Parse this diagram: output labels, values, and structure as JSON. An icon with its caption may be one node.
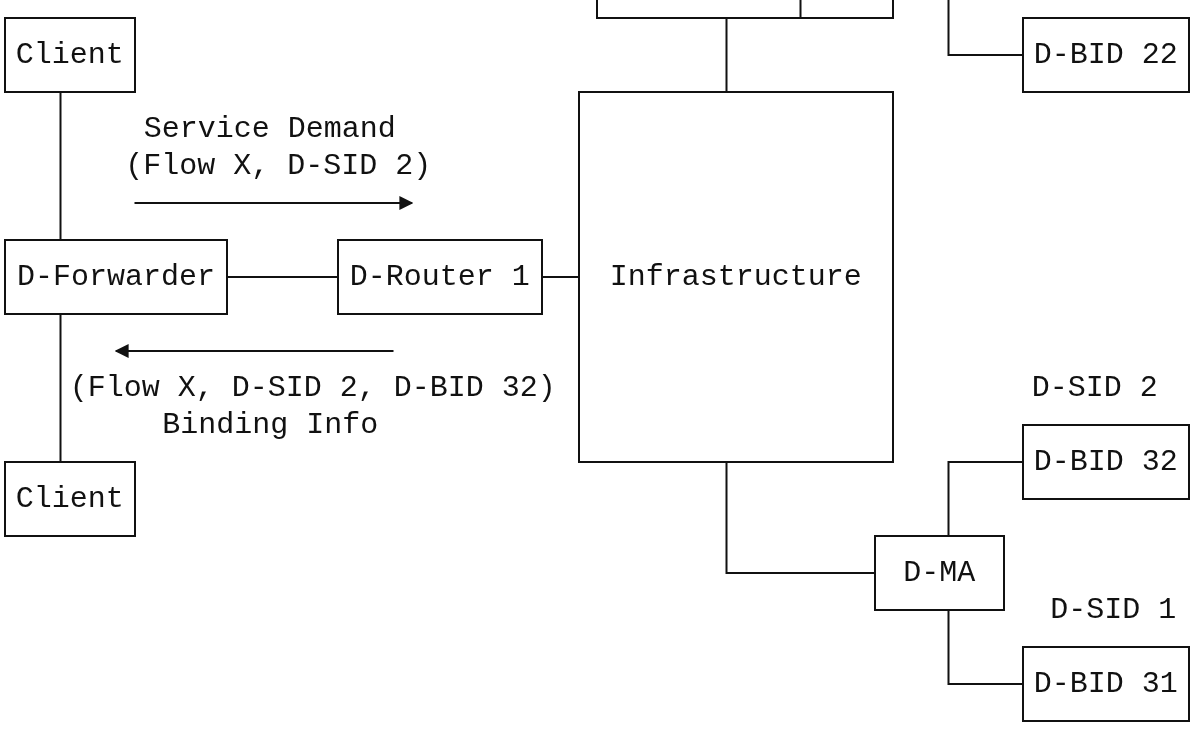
{
  "diagram": {
    "nodes": [
      {
        "text": [
          "Client"
        ]
      },
      {
        "text": [
          "D-Forwarder"
        ]
      },
      {
        "text": [
          "D-Router 1"
        ]
      },
      {
        "text": [
          "Infrastructure"
        ]
      },
      {
        "text": [
          "Client"
        ]
      },
      {
        "text": [
          "D-MA"
        ]
      },
      {
        "text": [
          "D-BID 22"
        ]
      },
      {
        "text": [
          "D-BID 32"
        ],
        "beside": [
          "D-SID 2"
        ]
      },
      {
        "text": [
          "D-BID 31"
        ],
        "beside": [
          "D-SID 1"
        ]
      }
    ],
    "edges": [
      {
        "from": 0,
        "to": 1,
        "arrow": "none"
      },
      {
        "from": 1,
        "to": 2,
        "arrow": "none"
      },
      {
        "from": 2,
        "to": 3,
        "arrow": "none"
      },
      {
        "from": 1,
        "to": 4,
        "arrow": "none"
      },
      {
        "from": 3,
        "to": null,
        "arrow": "none"
      },
      {
        "from": null,
        "to": 6,
        "arrow": "none"
      },
      {
        "from": 3,
        "to": 5,
        "arrow": "none"
      },
      {
        "from": 5,
        "to": 7,
        "arrow": "none"
      },
      {
        "from": 5,
        "to": 8,
        "arrow": "none"
      }
    ],
    "labels": [
      "Service Demand",
      "(Flow X, D-SID 2)",
      "(Flow X, D-SID 2, D-BID 32)",
      "Binding Info"
    ]
  }
}
